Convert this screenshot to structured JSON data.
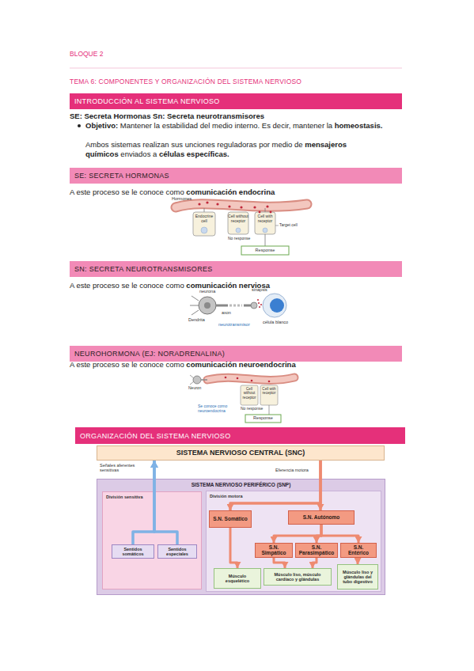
{
  "diagram": {
    "title": "TEMA 6: COMPONENTES Y ORGANIZACIÓN DEL SISTEMA NERVIOSO",
    "nodes": [
      {
        "text": [
          "INTRODUCCIÓN AL SISTEMA NERVIOSO"
        ]
      },
      {
        "text": [
          "SE: SECRETA HORMONAS"
        ]
      },
      {
        "text": [
          "SN: SECRETA NEUROTRANSMISORES"
        ]
      },
      {
        "text": [
          "NEUROHORMONA (EJ: NORADRENALINA)"
        ]
      },
      {
        "text": [
          "ORGANIZACIÓN DEL SISTEMA NERVIOSO"
        ]
      },
      {
        "text": [
          "SISTEMA NERVIOSO CENTRAL (SNC)"
        ]
      },
      {
        "text": [
          "SISTEMA NERVIOSO PERIFÉRICO (SNP)"
        ]
      },
      {
        "text": [
          "División sensitiva"
        ],
        "in": 6
      },
      {
        "text": [
          "Sentidos somáticos"
        ],
        "in": 7
      },
      {
        "text": [
          "Sentidos especiales"
        ],
        "in": 7
      },
      {
        "text": [
          "División motora"
        ],
        "in": 6
      },
      {
        "text": [
          "S.N. Somático"
        ],
        "in": 10
      },
      {
        "text": [
          "S.N. Autónomo"
        ],
        "in": 10
      },
      {
        "text": [
          "S.N. Simpático"
        ],
        "in": 10
      },
      {
        "text": [
          "S.N. Parasimpático"
        ],
        "in": 10
      },
      {
        "text": [
          "S.N. Entérico"
        ],
        "in": 10
      },
      {
        "text": [
          "Músculo esquelético"
        ],
        "in": 10
      },
      {
        "text": [
          "Músculo liso, músculo cardíaco y glándulas"
        ],
        "in": 10
      },
      {
        "text": [
          "Músculo liso y glándulas del tubo digestivo"
        ],
        "in": 10
      }
    ],
    "edges": [
      {
        "from": 8,
        "to": 5,
        "arrow": "to"
      },
      {
        "from": 9,
        "to": 5,
        "arrow": "to"
      },
      {
        "from": 5,
        "to": 11,
        "arrow": "to"
      },
      {
        "from": 5,
        "to": 12,
        "arrow": "to"
      },
      {
        "from": 12,
        "to": 13,
        "arrow": "to"
      },
      {
        "from": 12,
        "to": 14,
        "arrow": "to"
      },
      {
        "from": 12,
        "to": 15,
        "arrow": "to"
      },
      {
        "from": 11,
        "to": 16,
        "arrow": "to"
      },
      {
        "from": 13,
        "to": 17,
        "arrow": "to"
      },
      {
        "from": 14,
        "to": 17,
        "arrow": "to"
      },
      {
        "from": 15,
        "to": 18,
        "arrow": "to"
      }
    ],
    "labels": [
      "BLOQUE 2",
      "SE: Secreta Hormonas Sn: Secreta neurotransmisores",
      "Objetivo:",
      "Mantener la estabilidad del medio interno. Es decir, mantener la",
      "homeostasis.",
      "Ambos sistemas realizan sus unciones reguladoras por medio de",
      "mensajeros químicos",
      "enviados a",
      "células específicas.",
      "A este proceso se le conoce como",
      "comunicación endocrina",
      "Hormones",
      "Endocrine cell",
      "Cell without receptor",
      "Cell with receptor",
      "Target cell",
      "No response",
      "Response",
      "A este proceso se le conoce como",
      "comunicación nerviosa",
      "neurona",
      "sinapsis",
      "Dendrita",
      "axon",
      "neurotransmisor",
      "célula blanco",
      "A este proceso se le conoce como",
      "comunicación neuroendocrina",
      "Neuron",
      "Cell without receptor",
      "Cell with receptor",
      "No response",
      "Se conoce como neuroendocrina",
      "Response",
      "Señales aferentes sensitivas",
      "Eferencia motora"
    ]
  }
}
